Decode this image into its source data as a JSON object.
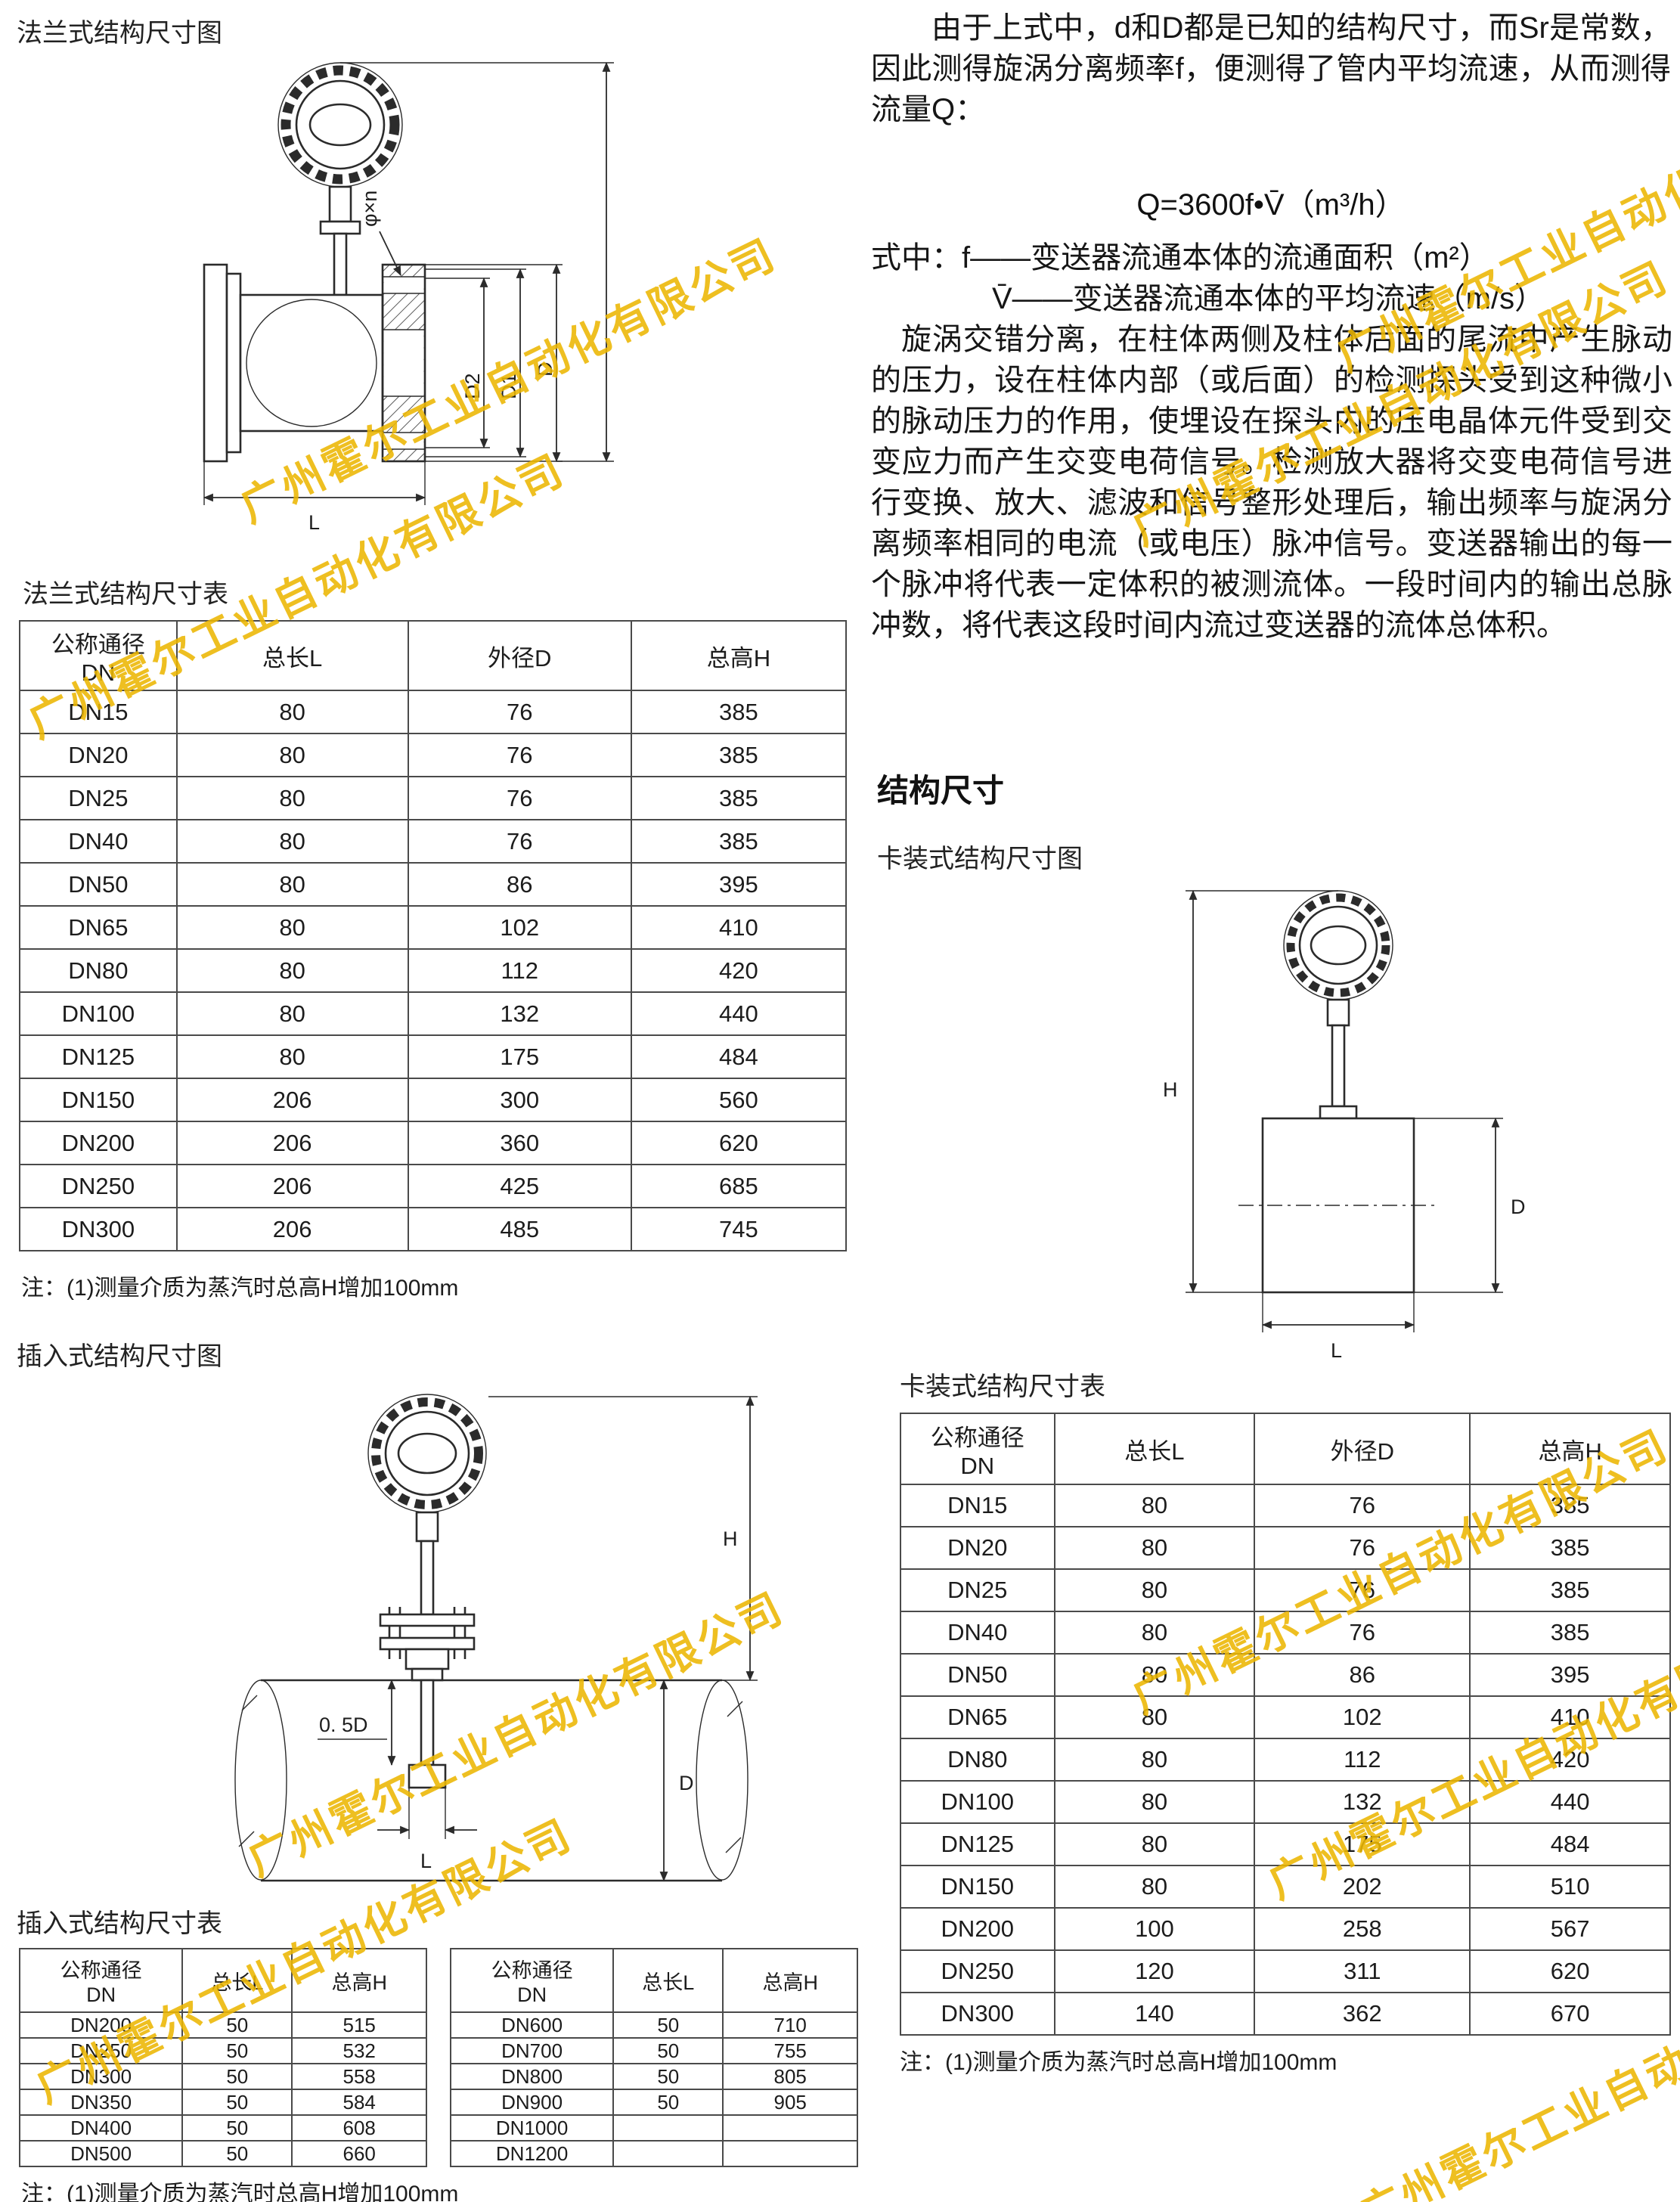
{
  "watermark_text": "广州霍尔工业自动化有限公司",
  "colors": {
    "watermark": "#ecb703",
    "table_border": "#4a4a4a",
    "text": "#1c1c1c"
  },
  "left_column": {
    "flange_diagram_title": "法兰式结构尺寸图",
    "flange_labels": {
      "phi_n": "φ×n",
      "d2": "D2",
      "d1": "D1",
      "d": "D",
      "l": "L"
    },
    "flange_table_title": "法兰式结构尺寸表",
    "flange_table": {
      "headers": [
        "公称通径\nDN",
        "总长L",
        "外径D",
        "总高H"
      ],
      "rows": [
        [
          "DN15",
          "80",
          "76",
          "385"
        ],
        [
          "DN20",
          "80",
          "76",
          "385"
        ],
        [
          "DN25",
          "80",
          "76",
          "385"
        ],
        [
          "DN40",
          "80",
          "76",
          "385"
        ],
        [
          "DN50",
          "80",
          "86",
          "395"
        ],
        [
          "DN65",
          "80",
          "102",
          "410"
        ],
        [
          "DN80",
          "80",
          "112",
          "420"
        ],
        [
          "DN100",
          "80",
          "132",
          "440"
        ],
        [
          "DN125",
          "80",
          "175",
          "484"
        ],
        [
          "DN150",
          "206",
          "300",
          "560"
        ],
        [
          "DN200",
          "206",
          "360",
          "620"
        ],
        [
          "DN250",
          "206",
          "425",
          "685"
        ],
        [
          "DN300",
          "206",
          "485",
          "745"
        ]
      ]
    },
    "flange_note": "注：(1)测量介质为蒸汽时总高H增加100mm",
    "insert_diagram_title": "插入式结构尺寸图",
    "insert_labels": {
      "h": "H",
      "half_d": "0. 5D",
      "d": "D",
      "l": "L"
    },
    "insert_table_title": "插入式结构尺寸表",
    "insert_table_a": {
      "headers": [
        "公称通径\nDN",
        "总长L",
        "总高H"
      ],
      "rows": [
        [
          "DN200",
          "50",
          "515"
        ],
        [
          "DN250",
          "50",
          "532"
        ],
        [
          "DN300",
          "50",
          "558"
        ],
        [
          "DN350",
          "50",
          "584"
        ],
        [
          "DN400",
          "50",
          "608"
        ],
        [
          "DN500",
          "50",
          "660"
        ]
      ]
    },
    "insert_table_b": {
      "headers": [
        "公称通径\nDN",
        "总长L",
        "总高H"
      ],
      "rows": [
        [
          "DN600",
          "50",
          "710"
        ],
        [
          "DN700",
          "50",
          "755"
        ],
        [
          "DN800",
          "50",
          "805"
        ],
        [
          "DN900",
          "50",
          "905"
        ],
        [
          "DN1000",
          "",
          ""
        ],
        [
          "DN1200",
          "",
          ""
        ]
      ]
    },
    "insert_note": "注：(1)测量介质为蒸汽时总高H增加100mm"
  },
  "right_column": {
    "para1": "由于上式中，d和D都是已知的结构尺寸，而Sr是常数，因此测得旋涡分离频率f，便测得了管内平均流速，从而测得流量Q：",
    "formula": "Q=3600f•V̄（m³/h）",
    "eq_f_line": "式中：f——变送器流通本体的流通面积（m²）",
    "eq_v_line": "V̄——变送器流通本体的平均流速（m/s）",
    "para2": "旋涡交错分离，在柱体两侧及柱体后面的尾流中产生脉动的压力，设在柱体内部（或后面）的检测探头受到这种微小的脉动压力的作用，使埋设在探头内的压电晶体元件受到交变应力而产生交变电荷信号。检测放大器将交变电荷信号进行变换、放大、滤波和信号整形处理后，输出频率与旋涡分离频率相同的电流（或电压）脉冲信号。变送器输出的每一个脉冲将代表一定体积的被测流体。一段时间内的输出总脉冲数，将代表这段时间内流过变送器的流体总体积。",
    "section_heading": "结构尺寸",
    "clamp_diagram_title": "卡装式结构尺寸图",
    "clamp_labels": {
      "h": "H",
      "d": "D",
      "l": "L"
    },
    "clamp_table_title": "卡装式结构尺寸表",
    "clamp_table": {
      "headers": [
        "公称通径\nDN",
        "总长L",
        "外径D",
        "总高H"
      ],
      "rows": [
        [
          "DN15",
          "80",
          "76",
          "385"
        ],
        [
          "DN20",
          "80",
          "76",
          "385"
        ],
        [
          "DN25",
          "80",
          "76",
          "385"
        ],
        [
          "DN40",
          "80",
          "76",
          "385"
        ],
        [
          "DN50",
          "80",
          "86",
          "395"
        ],
        [
          "DN65",
          "80",
          "102",
          "410"
        ],
        [
          "DN80",
          "80",
          "112",
          "420"
        ],
        [
          "DN100",
          "80",
          "132",
          "440"
        ],
        [
          "DN125",
          "80",
          "175",
          "484"
        ],
        [
          "DN150",
          "80",
          "202",
          "510"
        ],
        [
          "DN200",
          "100",
          "258",
          "567"
        ],
        [
          "DN250",
          "120",
          "311",
          "620"
        ],
        [
          "DN300",
          "140",
          "362",
          "670"
        ]
      ]
    },
    "clamp_note": "注：(1)测量介质为蒸汽时总高H增加100mm"
  }
}
